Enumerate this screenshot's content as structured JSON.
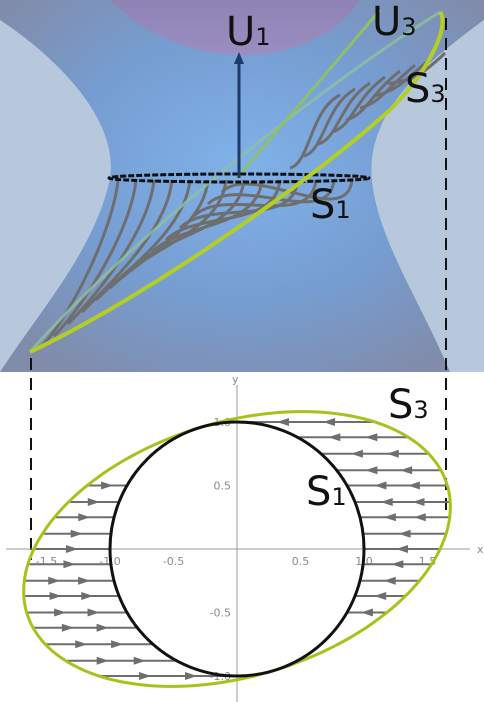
{
  "top_view": {
    "labels": {
      "u1": "U",
      "u1_sub": "1",
      "u3": "U",
      "u3_sub": "3",
      "s3": "S",
      "s3_sub": "3",
      "s1": "S",
      "s1_sub": "1"
    }
  },
  "bottom_view": {
    "axis_x_label": "x",
    "axis_y_label": "y",
    "x_ticks": [
      "-1.5",
      "-1.0",
      "-0.5",
      "0.5",
      "1.0",
      "1.5"
    ],
    "x_tick_values": [
      -1.5,
      -1.0,
      -0.5,
      0.5,
      1.0,
      1.5
    ],
    "y_ticks": [
      "1.0",
      "0.5",
      "-0.5",
      "-1.0"
    ],
    "y_tick_values": [
      1.0,
      0.5,
      -0.5,
      -1.0
    ],
    "labels": {
      "s3": "S",
      "s3_sub": "3",
      "s1": "S",
      "s1_sub": "1"
    },
    "unit_circle_radius": 1.0,
    "outer_ellipse": {
      "semi_major": 1.73,
      "semi_minor": 1.0,
      "rotation_deg": 17
    },
    "flow_lines_upper_y": [
      1.0,
      0.88,
      0.75,
      0.62,
      0.5,
      0.37,
      0.25,
      0.12,
      0.0,
      -0.12,
      -0.25,
      -0.37,
      -0.5
    ],
    "flow_lines_lower_y": [
      0.5,
      0.37,
      0.25,
      0.12,
      0.0,
      -0.12,
      -0.25,
      -0.37,
      -0.5,
      -0.62,
      -0.75,
      -0.88,
      -1.0
    ]
  },
  "colors": {
    "surface": "#7fa3d6",
    "surface_dark": "#8b86b5",
    "ellipse": "#a8c21c",
    "circle": "#111111",
    "flow": "#6e6e6e",
    "axis": "#9a9a9a"
  }
}
